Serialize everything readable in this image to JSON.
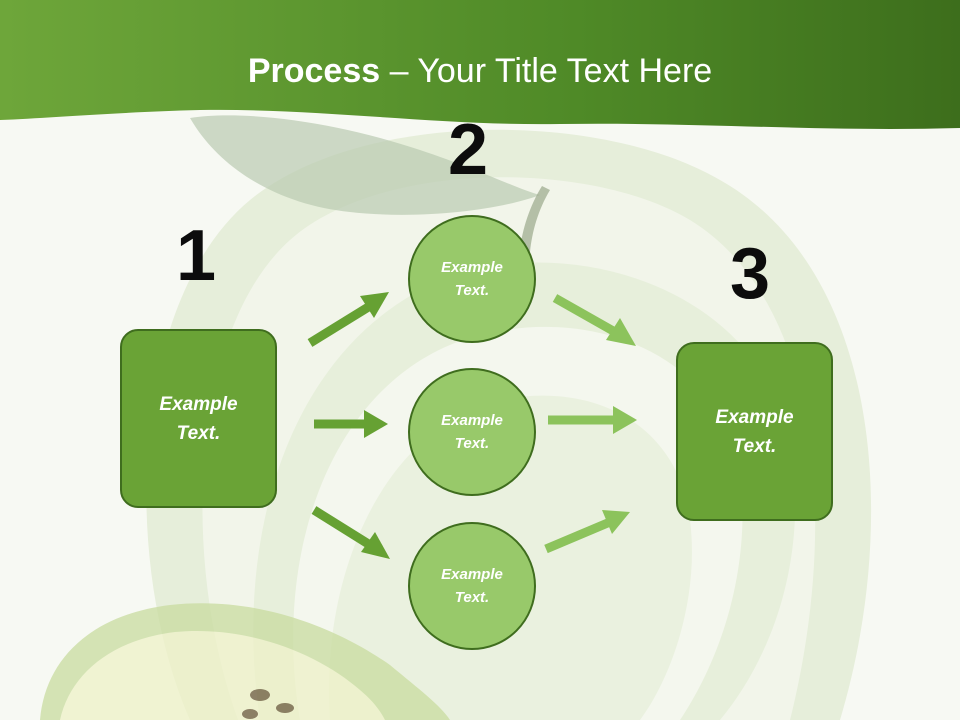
{
  "slide": {
    "title_bold": "Process",
    "title_rest": " – Your Title Text Here"
  },
  "steps": {
    "one": "1",
    "two": "2",
    "three": "3"
  },
  "nodes": {
    "left_box": {
      "line1": "Example",
      "line2": "Text."
    },
    "circle_top": {
      "line1": "Example",
      "line2": "Text."
    },
    "circle_middle": {
      "line1": "Example",
      "line2": "Text."
    },
    "circle_bottom": {
      "line1": "Example",
      "line2": "Text."
    },
    "right_box": {
      "line1": "Example",
      "line2": "Text."
    }
  },
  "colors": {
    "header_green": "#5b9530",
    "box_green": "#6aa336",
    "circle_green": "#98c96a",
    "dark_arrow": "#66a133",
    "light_arrow": "#8cc35c"
  },
  "icons": {
    "background": "green-apple-spiral-illustration"
  }
}
